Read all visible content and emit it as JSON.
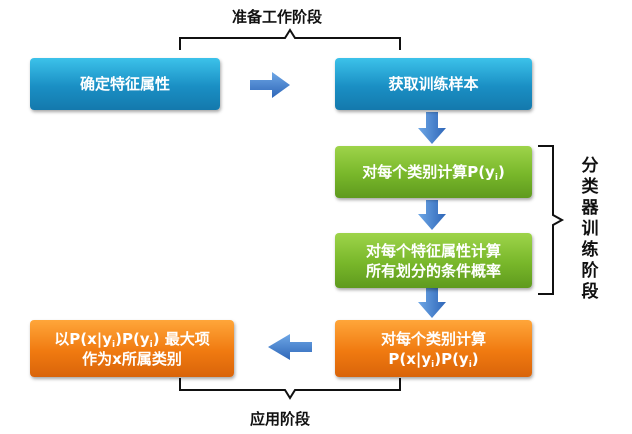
{
  "labels": {
    "prep_stage": "准备工作阶段",
    "train_stage": "分类器训练阶段",
    "apply_stage": "应用阶段"
  },
  "boxes": {
    "determine_attrs": "确定特征属性",
    "get_samples": "获取训练样本",
    "calc_class_prob": {
      "prefix": "对每个类别计算P(y",
      "sub": "i",
      "suffix": ")"
    },
    "calc_cond_prob": {
      "line1": "对每个特征属性计算",
      "line2": "所有划分的条件概率"
    },
    "calc_joint": {
      "line1": "对每个类别计算",
      "p1": "P(x|y",
      "sub1": "i",
      "p2": ")P(y",
      "sub2": "i",
      "p3": ")"
    },
    "result": {
      "p1": "以P(x|y",
      "sub1": "i",
      "p2": ")P(y",
      "sub2": "i",
      "p3": ") 最大项",
      "line2": "作为x所属类别"
    }
  },
  "colors": {
    "blue": "#1a8fc4",
    "green": "#78b72a",
    "orange": "#f07a10",
    "arrow": "#3f7fd0"
  }
}
